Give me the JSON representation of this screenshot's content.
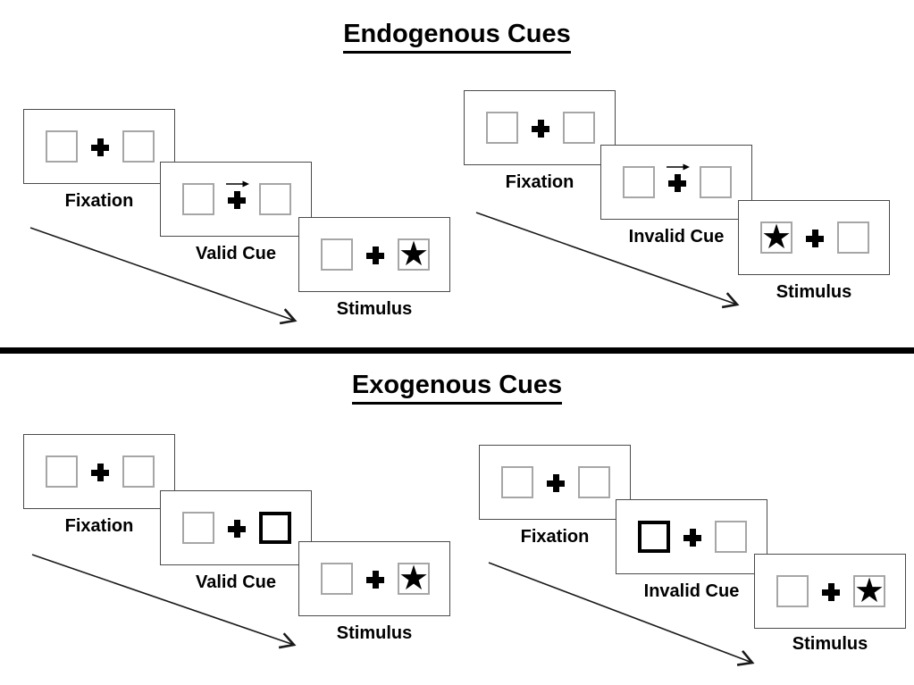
{
  "diagram": {
    "glyphs": {
      "star": "★"
    },
    "colors": {
      "background": "#ffffff",
      "ink": "#000000",
      "panel_border": "#4a4a4a",
      "box_border": "#a6a6a6",
      "cue_box_border": "#000000"
    },
    "sections": [
      {
        "title": "Endogenous Cues",
        "groups": [
          {
            "type": "valid",
            "cue": {
              "kind": "central-arrow",
              "direction": "right"
            },
            "stimulus_side": "right",
            "panels": [
              {
                "label": "Fixation"
              },
              {
                "label": "Valid Cue"
              },
              {
                "label": "Stimulus"
              }
            ]
          },
          {
            "type": "invalid",
            "cue": {
              "kind": "central-arrow",
              "direction": "right"
            },
            "stimulus_side": "left",
            "panels": [
              {
                "label": "Fixation"
              },
              {
                "label": "Invalid Cue"
              },
              {
                "label": "Stimulus"
              }
            ]
          }
        ]
      },
      {
        "title": "Exogenous Cues",
        "groups": [
          {
            "type": "valid",
            "cue": {
              "kind": "highlighted-box",
              "side": "right"
            },
            "stimulus_side": "right",
            "panels": [
              {
                "label": "Fixation"
              },
              {
                "label": "Valid Cue"
              },
              {
                "label": "Stimulus"
              }
            ]
          },
          {
            "type": "invalid",
            "cue": {
              "kind": "highlighted-box",
              "side": "left"
            },
            "stimulus_side": "right",
            "panels": [
              {
                "label": "Fixation"
              },
              {
                "label": "Invalid Cue"
              },
              {
                "label": "Stimulus"
              }
            ]
          }
        ]
      }
    ]
  }
}
